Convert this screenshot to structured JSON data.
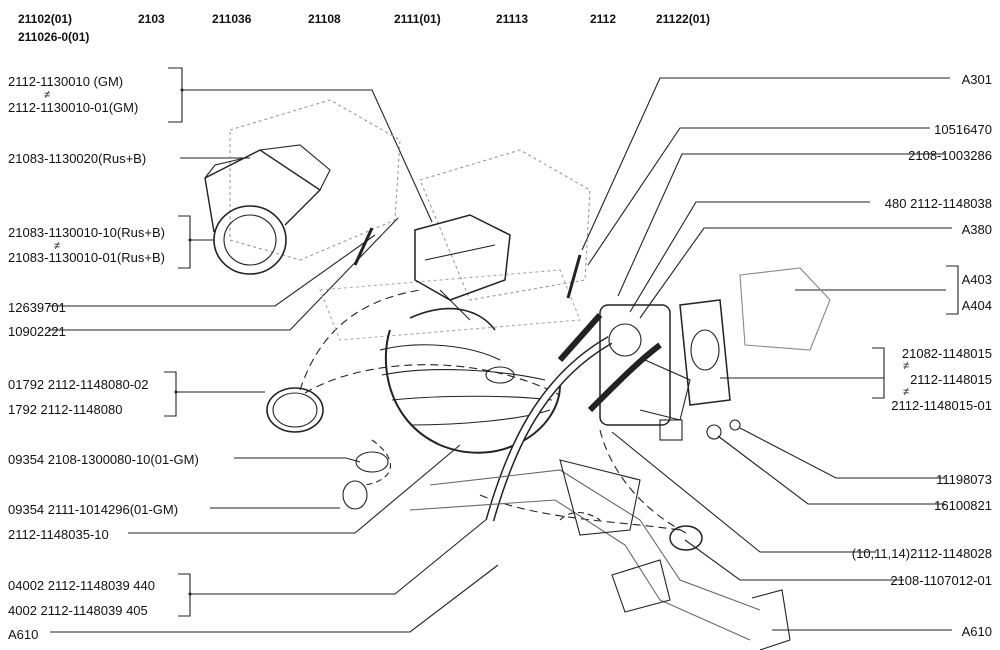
{
  "models": [
    "21102(01)",
    "2103",
    "211036",
    "21108",
    "2111(01)",
    "21113",
    "2112",
    "21122(01)",
    "211026-0(01)"
  ],
  "left_labels": [
    "2112-1130010    (GM)",
    "2112-1130010-01(GM)",
    "21083-1130020(Rus+B)",
    "21083-1130010-10(Rus+B)",
    "21083-1130010-01(Rus+B)",
    "12639701",
    "10902221",
    "01792 2112-1148080-02",
    "1792   2112-1148080",
    "09354 2108-1300080-10(01-GM)",
    "09354 2111-1014296(01-GM)",
    "2112-1148035-10",
    "04002 2112-1148039 440",
    "4002  2112-1148039  405",
    "A610"
  ],
  "right_labels": [
    "A301",
    "10516470",
    "2108-1003286",
    "480 2112-1148038",
    "A380",
    "A403",
    "A404",
    "21082-1148015",
    "2112-1148015",
    "2112-1148015-01",
    "11198073",
    "16100821",
    "(10,11,14)2112-1148028",
    "2108-1107012-01",
    "A610"
  ],
  "symbols": {
    "not_equal": "≠"
  }
}
